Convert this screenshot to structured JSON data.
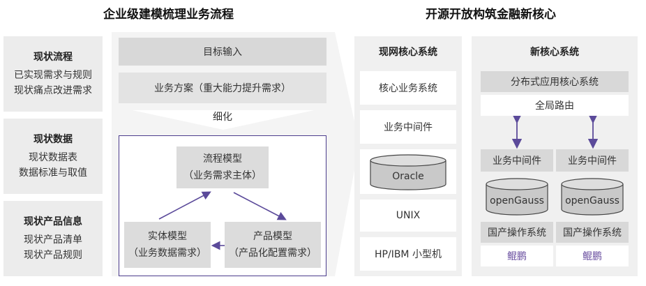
{
  "titles": {
    "left": "企业级建模梳理业务流程",
    "right": "开源开放构筑金融新核心"
  },
  "left_boxes": [
    {
      "heading": "现状流程",
      "lines": [
        "已实现需求与规则",
        "现状痛点改进需求"
      ]
    },
    {
      "heading": "现状数据",
      "lines": [
        "现状数据表",
        "数据标准与取值"
      ]
    },
    {
      "heading": "现状产品信息",
      "lines": [
        "现状产品清单",
        "现状产品规则"
      ]
    }
  ],
  "middle": {
    "target_input": "目标输入",
    "business_plan": "业务方案（重大能力提升需求）",
    "refine": "细化",
    "process_model": {
      "line1": "流程模型",
      "line2": "（业务需求主体）"
    },
    "entity_model": {
      "line1": "实体模型",
      "line2": "（业务数据需求）"
    },
    "product_model": {
      "line1": "产品模型",
      "line2": "（产品化配置需求）"
    }
  },
  "current_core": {
    "title": "现网核心系统",
    "items": [
      "核心业务系统",
      "业务中间件",
      "Oracle",
      "UNIX",
      "HP/IBM 小型机"
    ]
  },
  "new_core": {
    "title": "新核心系统",
    "distributed": "分布式应用核心系统",
    "global_routing": "全局路由",
    "middleware": [
      "业务中间件",
      "业务中间件"
    ],
    "database": [
      "openGauss",
      "openGauss"
    ],
    "os": [
      "国产操作系统",
      "国产操作系统"
    ],
    "hardware": [
      "鲲鹏",
      "鲲鹏"
    ]
  },
  "colors": {
    "panel": "#f0f0f0",
    "block_dark": "#d8d8d8",
    "arrow_purple": "#5b4a9a",
    "frame_purple": "#4b3c8c",
    "kunpeng_text": "#6a4fa0"
  }
}
